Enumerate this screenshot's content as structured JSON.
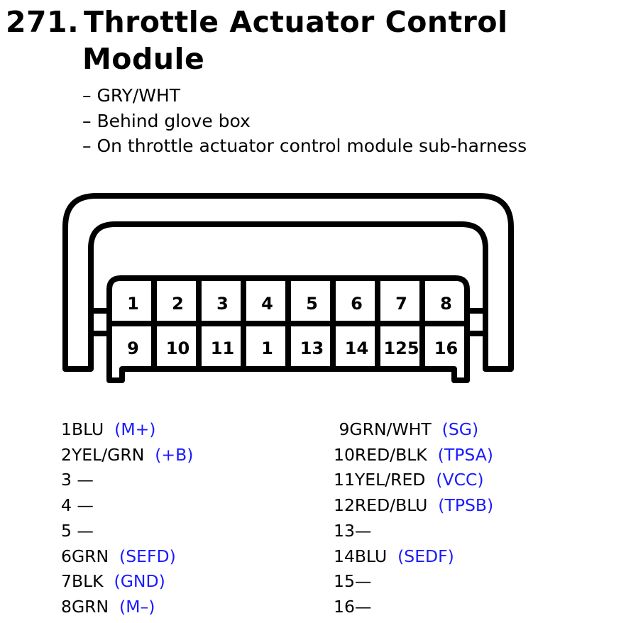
{
  "title": {
    "number": "271.",
    "line1": "Throttle Actuator Control",
    "line2": "Module"
  },
  "bullets": [
    "– GRY/WHT",
    "– Behind glove box",
    "– On throttle actuator control module sub-harness"
  ],
  "connector": {
    "top_row": [
      "1",
      "2",
      "3",
      "4",
      "5",
      "6",
      "7",
      "8"
    ],
    "bottom_row": [
      "9",
      "10",
      "11",
      "1",
      "13",
      "14",
      "125",
      "16"
    ]
  },
  "pinout_left": [
    {
      "pin": "1BLU",
      "signal": "(M+)"
    },
    {
      "pin": "2YEL/GRN",
      "signal": "(+B)"
    },
    {
      "pin": "3 —",
      "signal": ""
    },
    {
      "pin": "4 —",
      "signal": ""
    },
    {
      "pin": "5 —",
      "signal": ""
    },
    {
      "pin": "6GRN",
      "signal": "(SEFD)"
    },
    {
      "pin": "7BLK",
      "signal": "(GND)"
    },
    {
      "pin": "8GRN",
      "signal": "(M–)"
    }
  ],
  "pinout_right": [
    {
      "pin": " 9GRN/WHT",
      "signal": "(SG)"
    },
    {
      "pin": "10RED/BLK",
      "signal": "(TPSA)"
    },
    {
      "pin": "11YEL/RED",
      "signal": "(VCC)"
    },
    {
      "pin": "12RED/BLU",
      "signal": "(TPSB)"
    },
    {
      "pin": "13—",
      "signal": ""
    },
    {
      "pin": "14BLU",
      "signal": "(SEDF)"
    },
    {
      "pin": "15—",
      "signal": ""
    },
    {
      "pin": "16—",
      "signal": ""
    }
  ],
  "colors": {
    "signal": "#1a1aff",
    "text": "#000000"
  }
}
